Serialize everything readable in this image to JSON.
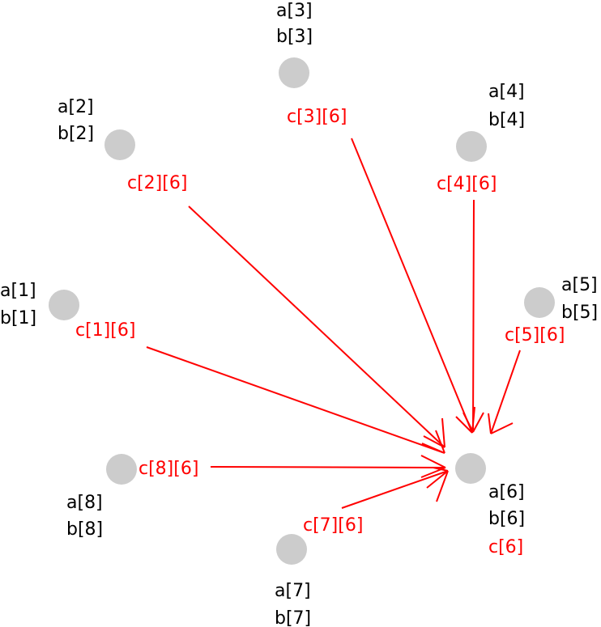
{
  "colors": {
    "node": "#cccccc",
    "edge": "#ff0000",
    "label": "#000000",
    "edge_label": "#ff0000"
  },
  "nodes": [
    {
      "id": "1",
      "a": "a[1]",
      "b": "b[1]",
      "c": "c[1][6]"
    },
    {
      "id": "2",
      "a": "a[2]",
      "b": "b[2]",
      "c": "c[2][6]"
    },
    {
      "id": "3",
      "a": "a[3]",
      "b": "b[3]",
      "c": "c[3][6]"
    },
    {
      "id": "4",
      "a": "a[4]",
      "b": "b[4]",
      "c": "c[4][6]"
    },
    {
      "id": "5",
      "a": "a[5]",
      "b": "b[5]",
      "c": "c[5][6]"
    },
    {
      "id": "6",
      "a": "a[6]",
      "b": "b[6]",
      "c": "c[6]"
    },
    {
      "id": "7",
      "a": "a[7]",
      "b": "b[7]",
      "c": "c[7][6]"
    },
    {
      "id": "8",
      "a": "a[8]",
      "b": "b[8]",
      "c": "c[8][6]"
    }
  ],
  "edges": [
    {
      "from": "1",
      "to": "6"
    },
    {
      "from": "2",
      "to": "6"
    },
    {
      "from": "3",
      "to": "6"
    },
    {
      "from": "4",
      "to": "6"
    },
    {
      "from": "5",
      "to": "6"
    },
    {
      "from": "7",
      "to": "6"
    },
    {
      "from": "8",
      "to": "6"
    }
  ]
}
